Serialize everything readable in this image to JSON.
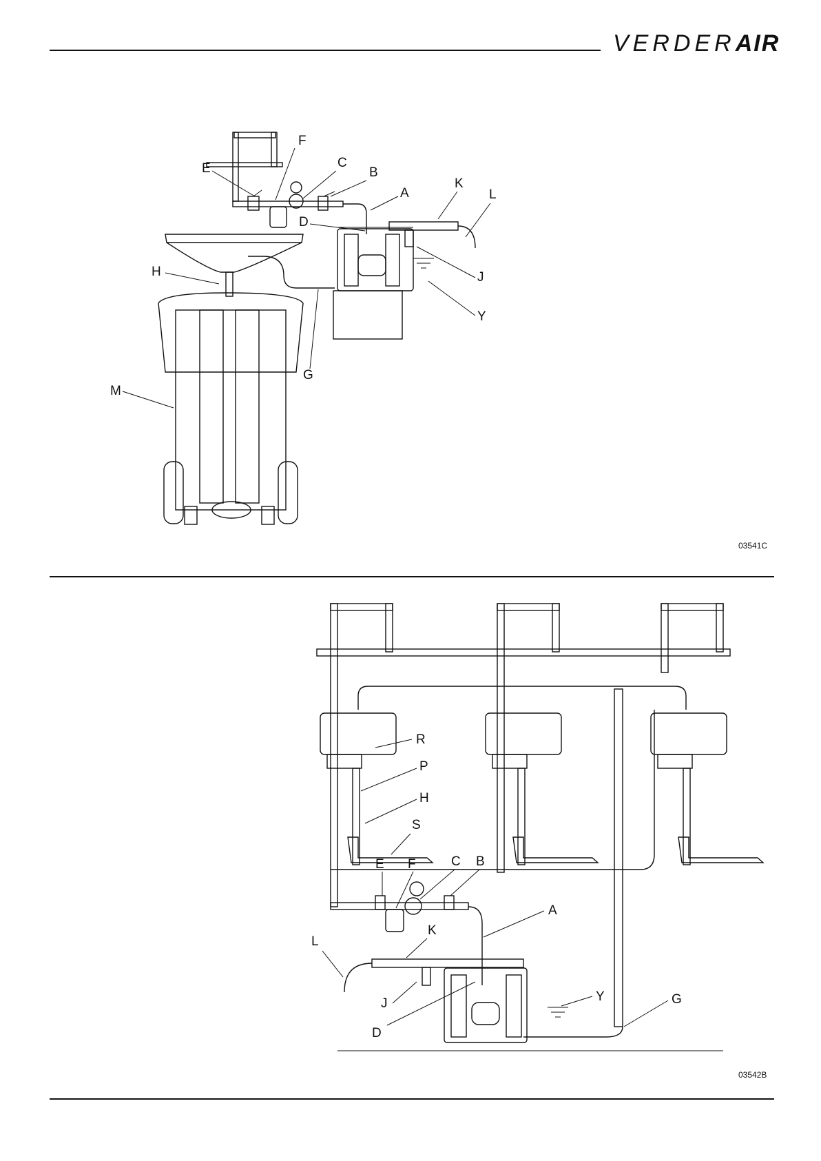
{
  "brand": {
    "prefix": "VERDER",
    "suffix": "AIR"
  },
  "figure1": {
    "code": "03541C",
    "labels": [
      "F",
      "E",
      "C",
      "B",
      "A",
      "K",
      "L",
      "D",
      "J",
      "H",
      "Y",
      "G",
      "M"
    ]
  },
  "figure2": {
    "code": "03542B",
    "labels": [
      "R",
      "P",
      "H",
      "S",
      "E",
      "F",
      "C",
      "B",
      "A",
      "K",
      "L",
      "J",
      "D",
      "Y",
      "G"
    ]
  },
  "colors": {
    "ink": "#111111",
    "paper": "#ffffff"
  }
}
